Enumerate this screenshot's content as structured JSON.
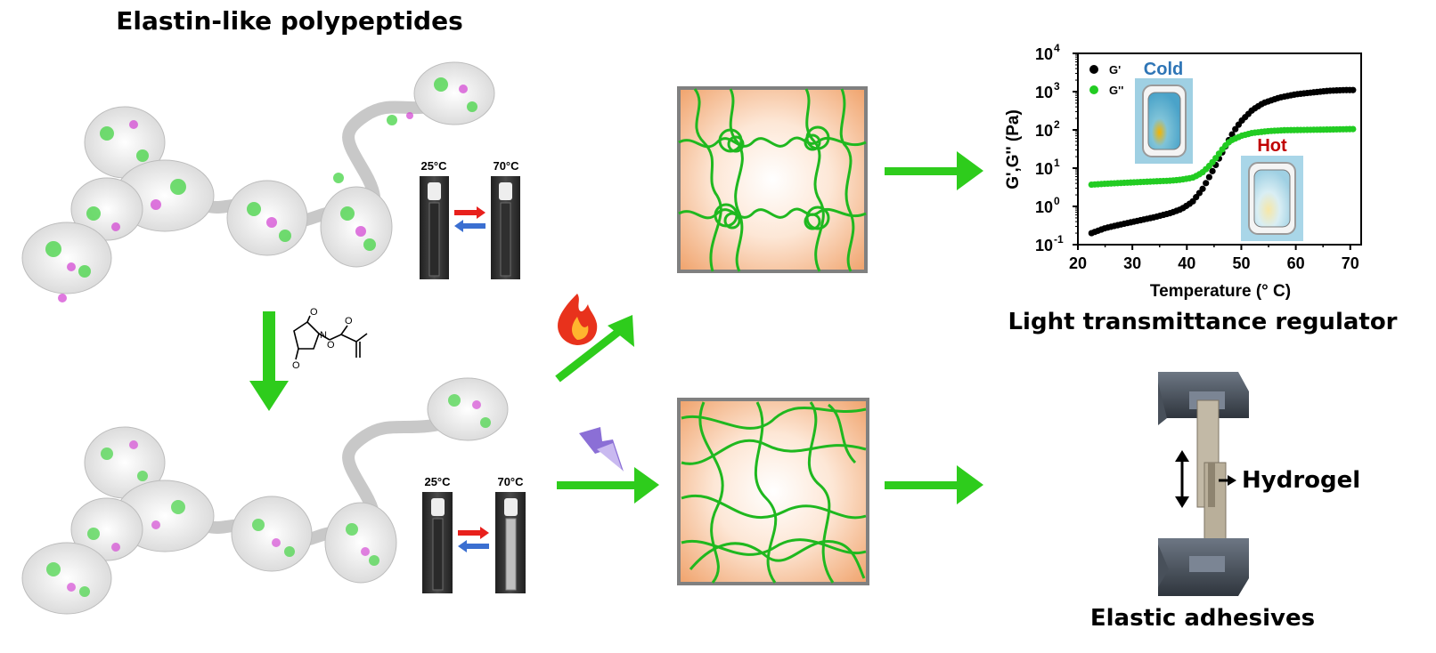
{
  "top_title": "Elastin-like polypeptides",
  "vial_labels": {
    "top_left": "25°C",
    "top_right": "70°C",
    "bottom_left": "25°C",
    "bottom_right": "70°C"
  },
  "colors": {
    "arrow_green": "#2ecc1c",
    "chain_green": "#1fb81f",
    "box_gradient_center": "#ffffff",
    "box_gradient_edge": "#f0a36c",
    "box_border": "#808080",
    "arrow_red": "#e8201c",
    "arrow_blue": "#3b6fd1",
    "cold_label": "#2e75b6",
    "hot_label": "#c00000"
  },
  "chart_data": {
    "type": "scatter",
    "xlabel": "Temperature (°  C)",
    "ylabel": "G',G'' (Pa)",
    "xlim": [
      20,
      72
    ],
    "ylim_log10": [
      -1,
      4
    ],
    "yscale": "log",
    "x_ticks": [
      "20",
      "30",
      "40",
      "50",
      "60",
      "70"
    ],
    "y_ticks": [
      {
        "base": "10",
        "exp": "4"
      },
      {
        "base": "10",
        "exp": "3"
      },
      {
        "base": "10",
        "exp": "2"
      },
      {
        "base": "10",
        "exp": "1"
      },
      {
        "base": "10",
        "exp": "0"
      },
      {
        "base": "10",
        "exp": "-1"
      }
    ],
    "legend_position": "top-left",
    "series": [
      {
        "name": "G'",
        "color": "#000000",
        "x": [
          22.5,
          25,
          28,
          31,
          34,
          37,
          39,
          41,
          43,
          44,
          45,
          46,
          47,
          48,
          49,
          50,
          52,
          54,
          57,
          60,
          63,
          66,
          69,
          70.5
        ],
        "y": [
          0.2,
          0.27,
          0.34,
          0.42,
          0.52,
          0.67,
          0.85,
          1.3,
          3.0,
          5.5,
          10,
          19,
          35,
          65,
          110,
          170,
          330,
          500,
          700,
          850,
          950,
          1050,
          1100,
          1100
        ]
      },
      {
        "name": "G''",
        "color": "#22cc22",
        "x": [
          22.5,
          25,
          28,
          31,
          34,
          37,
          39,
          41,
          42,
          43,
          44,
          45,
          46,
          47,
          48,
          50,
          52,
          55,
          58,
          62,
          66,
          70.5
        ],
        "y": [
          3.7,
          3.9,
          4.1,
          4.3,
          4.5,
          4.7,
          5.0,
          5.6,
          6.5,
          8.0,
          11,
          16,
          25,
          38,
          52,
          70,
          83,
          93,
          98,
          100,
          102,
          105
        ]
      }
    ]
  },
  "insets": {
    "cold_label": "Cold",
    "hot_label": "Hot"
  },
  "right_top_caption": "Light transmittance regulator",
  "hydrogel_label": "Hydrogel",
  "right_bottom_caption": "Elastic adhesives"
}
